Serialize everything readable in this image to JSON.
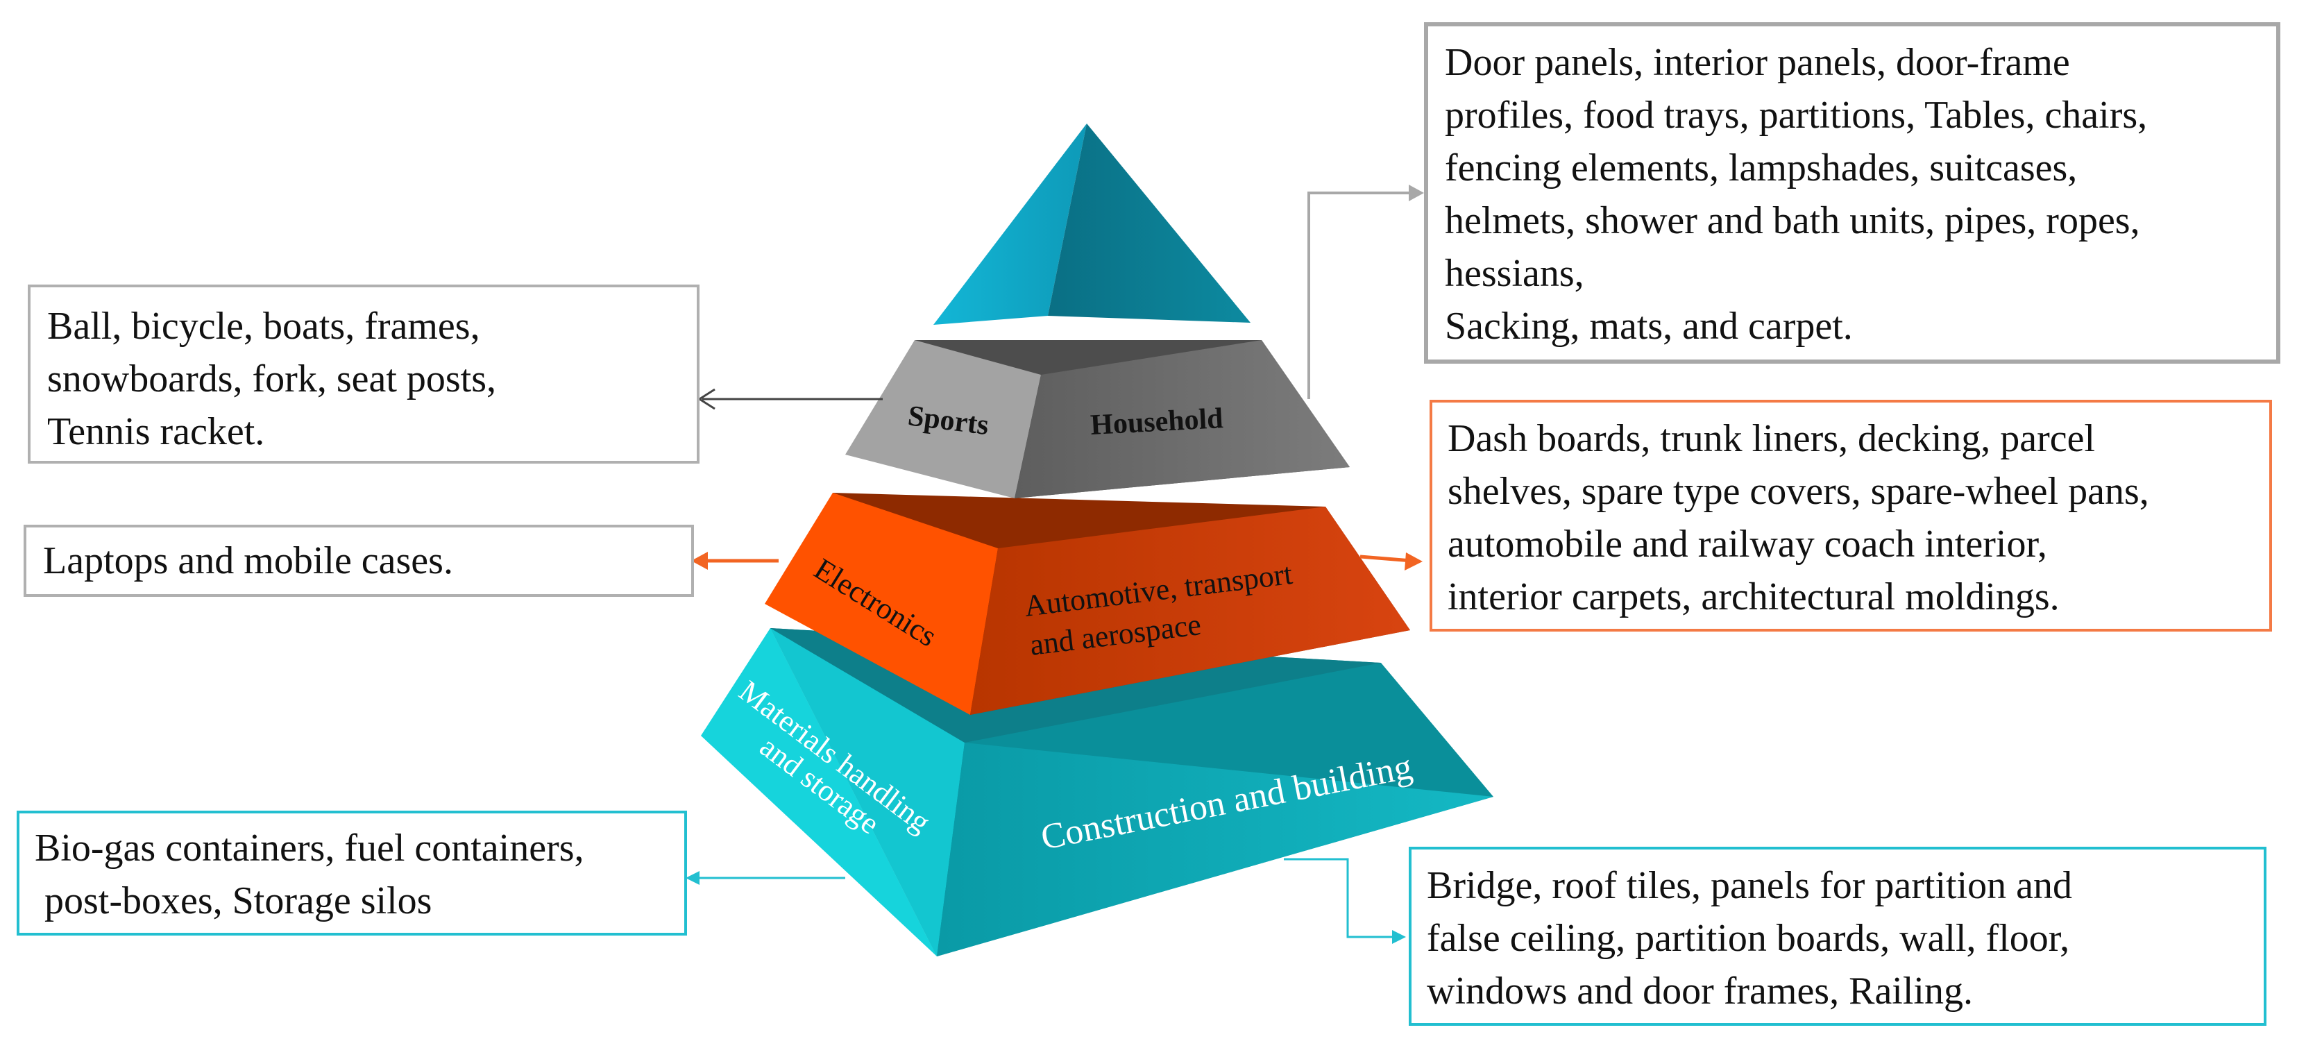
{
  "colors": {
    "top": "#1aa0b8",
    "gray_tier": "#8c8c8c",
    "orange_tier": "#e8470a",
    "teal_tier": "#13c3cc",
    "gray_box": "#b0b0b0",
    "orange_box": "#f47a45",
    "cyan_box": "#22bfd0"
  },
  "pyramid": {
    "tier2": {
      "left_label": "Sports",
      "right_label": "Household"
    },
    "tier3": {
      "left_label": "Electronics",
      "right_label_line1": "Automotive, transport",
      "right_label_line2": "and aerospace"
    },
    "tier4": {
      "left_label_line1": "Materials handling",
      "left_label_line2": "and storage",
      "right_label": "Construction and building"
    }
  },
  "boxes": {
    "household": {
      "lines": [
        "Door panels, interior panels, door-frame",
        "profiles,  food trays, partitions, Tables, chairs,",
        "fencing  elements, lampshades, suitcases,",
        "helmets,  shower and bath units, pipes, ropes,",
        "hessians,",
        "Sacking, mats, and carpet."
      ]
    },
    "sports": {
      "lines": [
        "Ball, bicycle, boats, frames,",
        "snowboards, fork, seat posts,",
        "Tennis racket."
      ]
    },
    "automotive": {
      "lines": [
        "Dash boards, trunk liners, decking, parcel",
        "shelves, spare type covers, spare-wheel pans,",
        "automobile and railway coach interior,",
        "interior carpets, architectural moldings."
      ]
    },
    "electronics": {
      "lines": [
        "Laptops and mobile cases."
      ]
    },
    "materials": {
      "lines": [
        "Bio-gas containers, fuel containers,",
        " post-boxes, Storage silos"
      ]
    },
    "construction": {
      "lines": [
        "Bridge, roof tiles, panels for partition and",
        "false ceiling,  partition boards, wall, floor,",
        "windows and door frames, Railing."
      ]
    }
  }
}
